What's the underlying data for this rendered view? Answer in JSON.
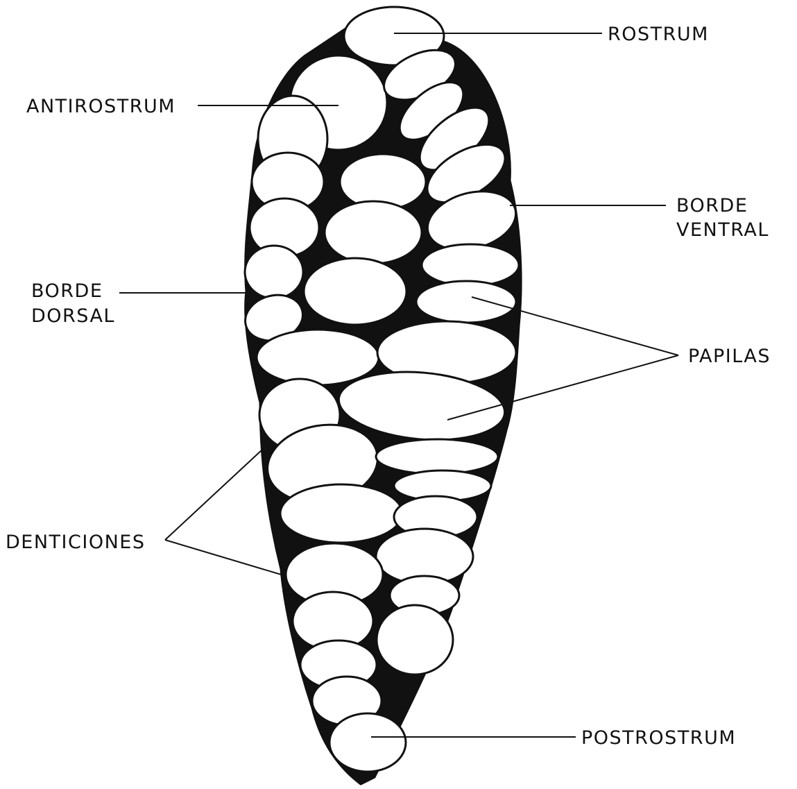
{
  "labels": {
    "rostrum": "ROSTRUM",
    "antirostrum": "ANTIROSTRUM",
    "borde_ventral_1": "BORDE",
    "borde_ventral_2": "VENTRAL",
    "borde_dorsal_1": "BORDE",
    "borde_dorsal_2": "DORSAL",
    "papilas": "PAPILAS",
    "denticiones": "DENTICIONES",
    "postrostrum": "POSTROSTRUM"
  },
  "colors": {
    "ink": "#111111",
    "paper": "#ffffff"
  }
}
